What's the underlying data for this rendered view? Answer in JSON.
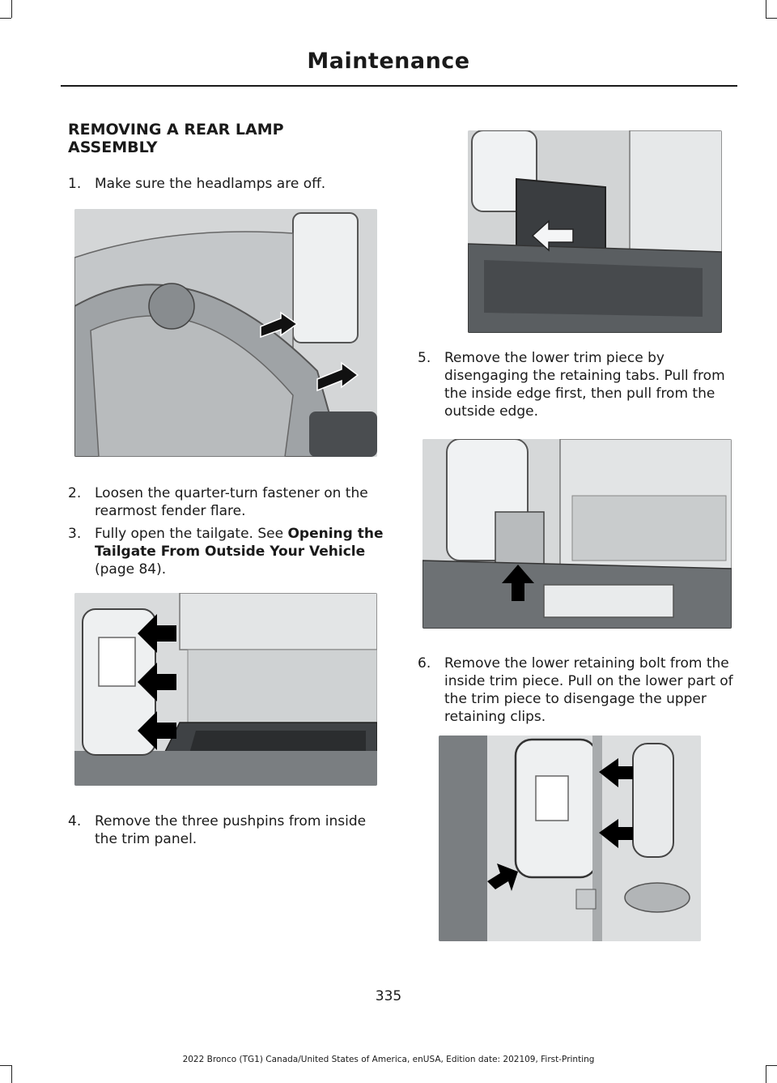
{
  "header": {
    "title": "Maintenance"
  },
  "section": {
    "title": "REMOVING A REAR LAMP ASSEMBLY"
  },
  "steps": [
    {
      "num": "1.",
      "text": "Make sure the headlamps are off."
    },
    {
      "num": "2.",
      "text": "Loosen the quarter-turn fastener on the rearmost fender flare."
    },
    {
      "num": "3.",
      "text_before": "Fully open the tailgate.  See ",
      "link": "Opening the Tailgate From Outside Your Vehicle",
      "text_after": " (page 84)."
    },
    {
      "num": "4.",
      "text": "Remove the three pushpins from inside the trim panel."
    },
    {
      "num": "5.",
      "text": "Remove the lower trim piece by disengaging the retaining tabs. Pull from the inside edge first, then pull from the outside edge."
    },
    {
      "num": "6.",
      "text": "Remove the lower retaining bolt from the inside trim piece. Pull on the lower part of the trim piece to disengage the upper retaining clips."
    }
  ],
  "figures": [
    {
      "name": "figure-fender-flare",
      "arrows": 2,
      "bg": "#d4d6d7"
    },
    {
      "name": "figure-tailgate-open-pushpins",
      "arrows": 3,
      "bg": "#d9dbdc"
    },
    {
      "name": "figure-lamp-side-trim",
      "arrows": 1,
      "bg": "#d2d4d5"
    },
    {
      "name": "figure-lower-trim-piece",
      "arrows": 1,
      "bg": "#d6d8d9"
    },
    {
      "name": "figure-inside-trim-clips",
      "arrows": 3,
      "bg": "#dcdedf"
    }
  ],
  "page_number": "335",
  "footer": {
    "text": "2022 Bronco (TG1) Canada/United States of America, enUSA, Edition date: 202109, First-Printing"
  },
  "colors": {
    "text": "#1a1a1a",
    "arrow": "#000000",
    "figure_bg": "#d6d8d9"
  }
}
